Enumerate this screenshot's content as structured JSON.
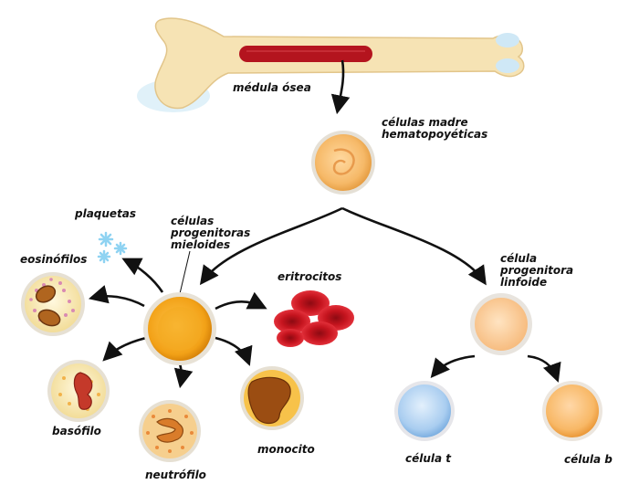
{
  "labels": {
    "bone_marrow": "médula ósea",
    "stem_cells": "células madre\nhematopoyéticas",
    "platelets": "plaquetas",
    "myeloid_progenitors": "células\nprogenitoras\nmieloides",
    "eosinophils": "eosinófilos",
    "erythrocytes": "eritrocitos",
    "lymphoid_progenitor": "célula\nprogenitora\nlinfoide",
    "basophil": "basófilo",
    "monocyte": "monocito",
    "neutrophil": "neutrófilo",
    "t_cell": "célula t",
    "b_cell": "célula b"
  },
  "colors": {
    "bone": "#f6e3b4",
    "marrow": "#b4141e",
    "arrow": "#111111",
    "stem_cell": "#f6b968",
    "myeloid_cell": "#f2a117",
    "lymphoid_cell": "#fbcf9e",
    "t_cell": "#a9cdf0",
    "b_cell": "#f8b866",
    "erythrocyte": "#d41f29",
    "platelet": "#8fd3f2"
  }
}
